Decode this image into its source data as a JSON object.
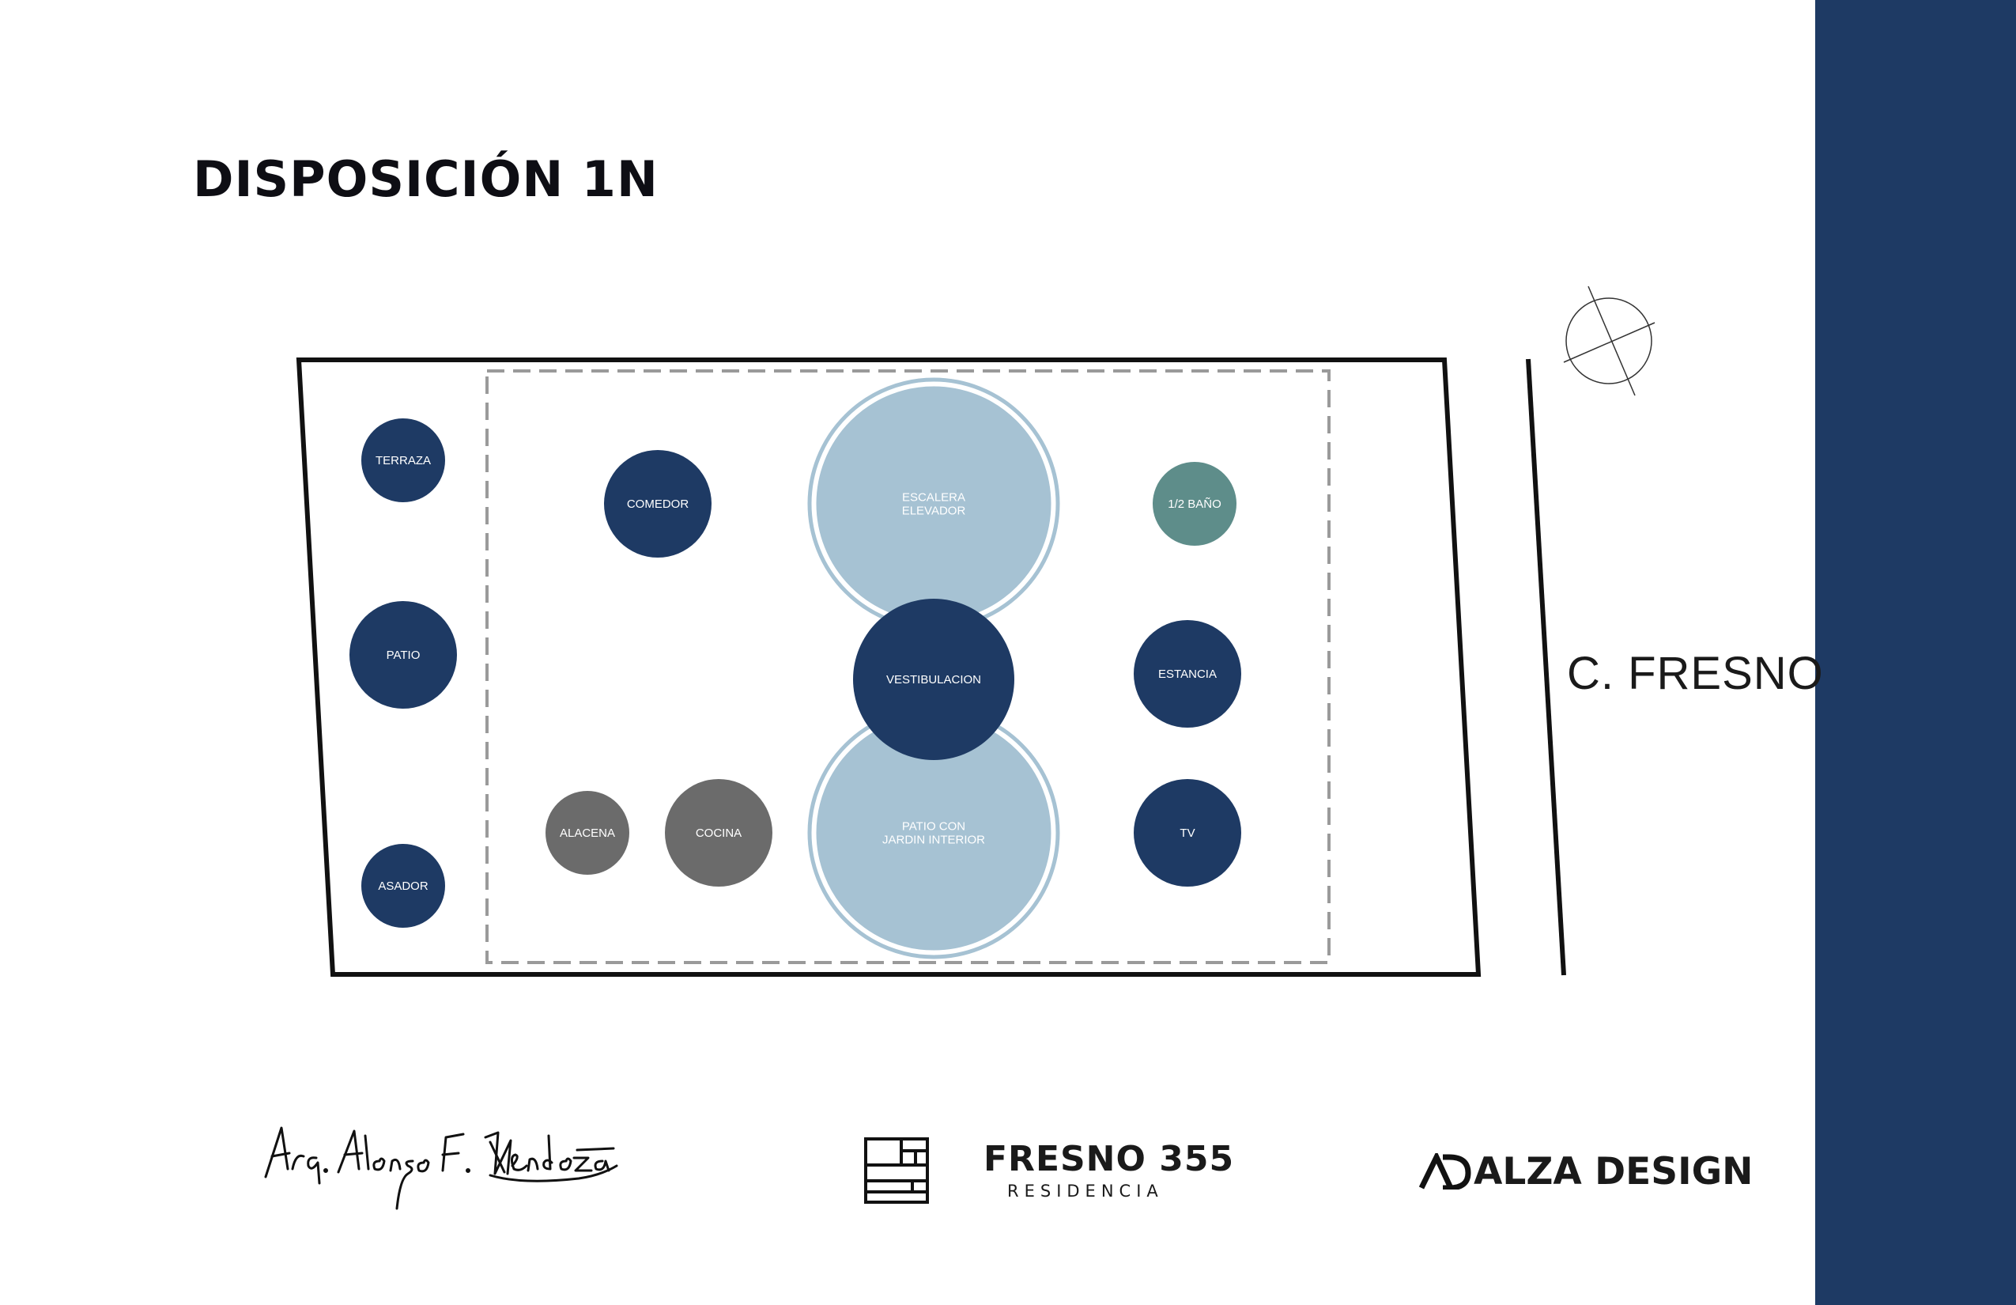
{
  "title": "DISPOSICIÓN 1N",
  "street_label": "C. FRESNO",
  "colors": {
    "navy": "#1e3a64",
    "light_blue": "#a6c2d3",
    "gray": "#6b6b6b",
    "teal": "#5e8d8a",
    "outline": "#111111",
    "dashed": "#9a9a9a"
  },
  "spaces": [
    {
      "key": "terraza",
      "lines": [
        "TERRAZA"
      ],
      "color": "navy"
    },
    {
      "key": "patio",
      "lines": [
        "PATIO"
      ],
      "color": "navy"
    },
    {
      "key": "asador",
      "lines": [
        "ASADOR"
      ],
      "color": "navy"
    },
    {
      "key": "comedor",
      "lines": [
        "COMEDOR"
      ],
      "color": "navy"
    },
    {
      "key": "alacena",
      "lines": [
        "ALACENA"
      ],
      "color": "gray"
    },
    {
      "key": "cocina",
      "lines": [
        "COCINA"
      ],
      "color": "gray"
    },
    {
      "key": "escalera",
      "lines": [
        "ESCALERA",
        "ELEVADOR"
      ],
      "color": "light_blue"
    },
    {
      "key": "patio-jardin",
      "lines": [
        "PATIO CON",
        "JARDIN INTERIOR"
      ],
      "color": "light_blue"
    },
    {
      "key": "vestibulacion",
      "lines": [
        "VESTIBULACION"
      ],
      "color": "navy"
    },
    {
      "key": "medio-bano",
      "lines": [
        "1/2 BAÑO"
      ],
      "color": "teal"
    },
    {
      "key": "estancia",
      "lines": [
        "ESTANCIA"
      ],
      "color": "navy"
    },
    {
      "key": "tv",
      "lines": [
        "TV"
      ],
      "color": "navy"
    }
  ],
  "signature_text": "Arq. Alonso F. Mendoza",
  "brand": {
    "name": "FRESNO 355",
    "subtitle": "RESIDENCIA"
  },
  "studio": {
    "name": "ALZA DESIGN"
  },
  "icons": {
    "north_arrow": "north-arrow-icon",
    "brand_mark": "building-facade-icon",
    "studio_mark": "ad-monogram-icon"
  }
}
